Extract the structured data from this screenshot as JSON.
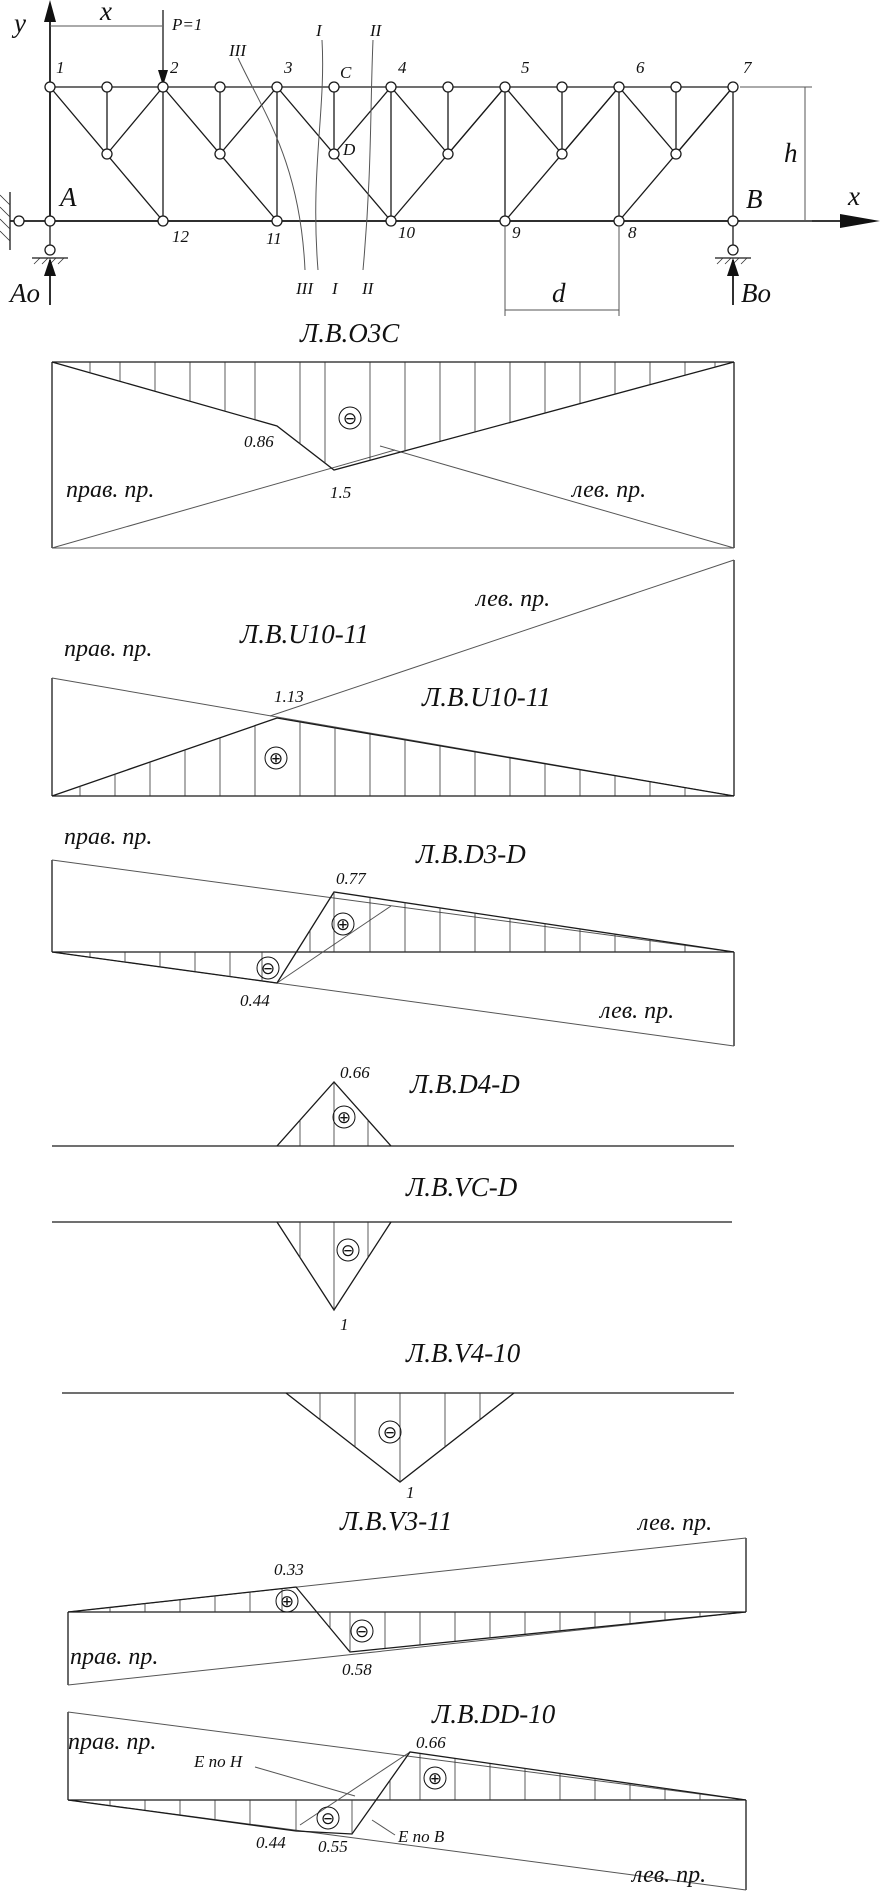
{
  "truss": {
    "axis_y": "y",
    "axis_x": "x",
    "x_dim": "x",
    "load": "P=1",
    "node_labels": [
      "1",
      "2",
      "3",
      "C",
      "4",
      "5",
      "6",
      "7",
      "D",
      "12",
      "11",
      "10",
      "9",
      "8"
    ],
    "section_labels": [
      "I",
      "II",
      "III"
    ],
    "support_a": "A",
    "support_b": "B",
    "reaction_a": "Ao",
    "reaction_b": "Bo",
    "height": "h",
    "panel": "d"
  },
  "diagrams": [
    {
      "title": "Л.В.O3C",
      "labels": [
        "0.86",
        "1.5"
      ],
      "signs": [
        "⊖"
      ],
      "notes": [
        "прав. пр.",
        "лев. пр."
      ]
    },
    {
      "title": "Л.В.U10-11",
      "title_alt": "Л.В.U10-11",
      "labels": [
        "1.13"
      ],
      "signs": [
        "⊕"
      ],
      "notes": [
        "лев. пр.",
        "прав. пр."
      ]
    },
    {
      "title": "Л.В.D3-D",
      "labels": [
        "0.77",
        "0.44"
      ],
      "signs": [
        "⊕",
        "⊖"
      ],
      "notes": [
        "прав. пр.",
        "лев. пр."
      ]
    },
    {
      "title": "Л.В.D4-D",
      "labels": [
        "0.66"
      ],
      "signs": [
        "⊕"
      ]
    },
    {
      "title": "Л.В.VC-D",
      "labels": [
        "1"
      ],
      "signs": [
        "⊖"
      ]
    },
    {
      "title": "Л.В.V4-10",
      "labels": [
        "1"
      ],
      "signs": [
        "⊖"
      ]
    },
    {
      "title": "Л.В.V3-11",
      "labels": [
        "0.33",
        "0.58"
      ],
      "signs": [
        "⊕",
        "⊖"
      ],
      "notes": [
        "лев. пр.",
        "прав. пр."
      ]
    },
    {
      "title": "Л.В.DD-10",
      "labels": [
        "0.66",
        "0.44",
        "0.55"
      ],
      "signs": [
        "⊕",
        "⊖"
      ],
      "notes": [
        "прав. пр.",
        "лев. пр.",
        "E по H",
        "E по B"
      ]
    }
  ]
}
